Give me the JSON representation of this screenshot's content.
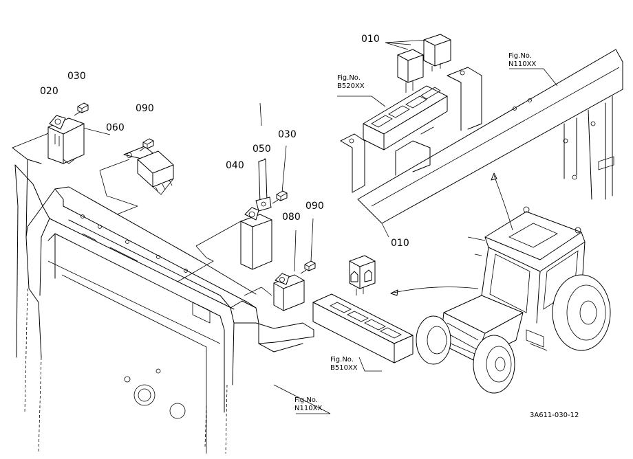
{
  "diagram": {
    "parts": [
      {
        "number": "010"
      },
      {
        "number": "010"
      },
      {
        "number": "020"
      },
      {
        "number": "030"
      },
      {
        "number": "030"
      },
      {
        "number": "040"
      },
      {
        "number": "050"
      },
      {
        "number": "060"
      },
      {
        "number": "080"
      },
      {
        "number": "090"
      },
      {
        "number": "090"
      }
    ],
    "figure_refs": [
      {
        "prefix": "Fig.No.",
        "code": "B520XX"
      },
      {
        "prefix": "Fig.No.",
        "code": "N110XX"
      },
      {
        "prefix": "Fig.No.",
        "code": "B510XX"
      },
      {
        "prefix": "Fig.No.",
        "code": "N110XX"
      }
    ],
    "drawing_code": "3A611-030-12"
  }
}
